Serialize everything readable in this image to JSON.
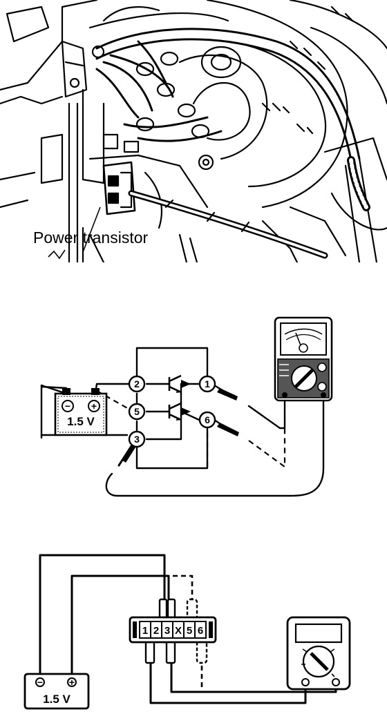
{
  "photo": {
    "caption": "Power transistor"
  },
  "circuit": {
    "battery_label": "1.5 V",
    "battery_neg": "−",
    "battery_pos": "+",
    "nodes": [
      "2",
      "5",
      "3",
      "1",
      "6"
    ]
  },
  "wiring": {
    "battery_label": "1.5 V",
    "battery_neg": "−",
    "battery_pos": "+",
    "connector_pins": [
      "1",
      "2",
      "3",
      "X",
      "5",
      "6"
    ]
  }
}
